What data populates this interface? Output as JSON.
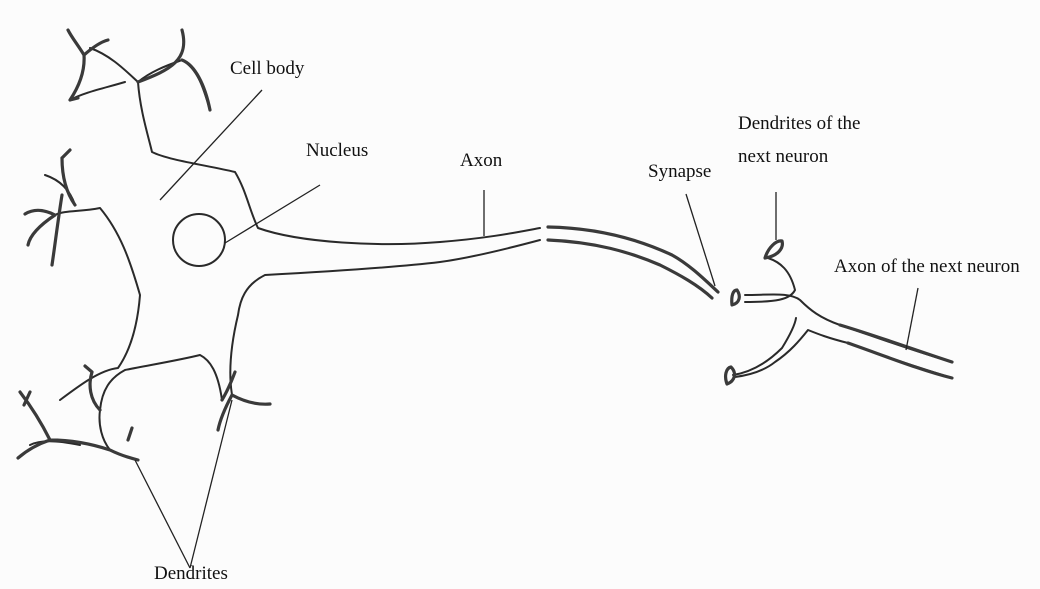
{
  "labels": {
    "cell_body": "Cell body",
    "nucleus": "Nucleus",
    "axon": "Axon",
    "synapse": "Synapse",
    "dendrites_next_line1": "Dendrites of the",
    "dendrites_next_line2": "next neuron",
    "axon_next": "Axon of the next neuron",
    "dendrites": "Dendrites"
  },
  "colors": {
    "line": "#2a2a2a",
    "background": "#fcfcfc",
    "text": "#111111"
  }
}
